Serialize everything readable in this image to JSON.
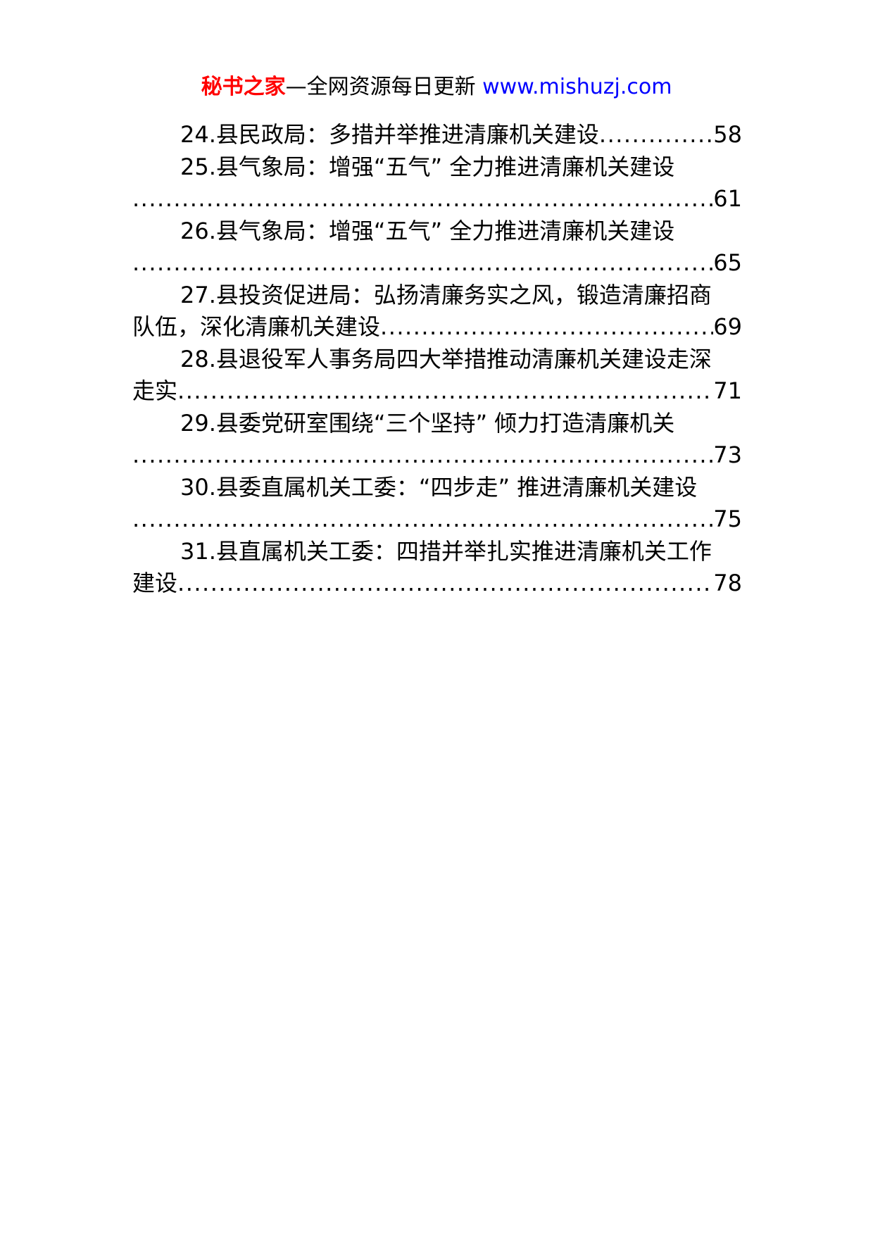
{
  "header": {
    "brand": "秘书之家",
    "slogan": "—全网资源每日更新",
    "url": "www.mishuzj.com"
  },
  "toc": [
    {
      "line1": "24.县民政局：多措并举推进清廉机关建设",
      "line2": "",
      "page": "58"
    },
    {
      "line1": "25.县气象局：增强“五气” 全力推进清廉机关建设",
      "line2": "",
      "page": "61"
    },
    {
      "line1": "26.县气象局：增强“五气” 全力推进清廉机关建设",
      "line2": "",
      "page": "65"
    },
    {
      "line1": "27.县投资促进局：弘扬清廉务实之风，锻造清廉招商",
      "line2": "队伍，深化清廉机关建设",
      "page": "69"
    },
    {
      "line1": "28.县退役军人事务局四大举措推动清廉机关建设走深",
      "line2": "走实",
      "page": "71"
    },
    {
      "line1": "29.县委党研室围绕“三个坚持” 倾力打造清廉机关",
      "line2": "",
      "page": "73"
    },
    {
      "line1": "30.县委直属机关工委：“四步走” 推进清廉机关建设",
      "line2": "",
      "page": "75"
    },
    {
      "line1": "31.县直属机关工委：四措并举扎实推进清廉机关工作",
      "line2": "建设",
      "page": "78"
    }
  ]
}
